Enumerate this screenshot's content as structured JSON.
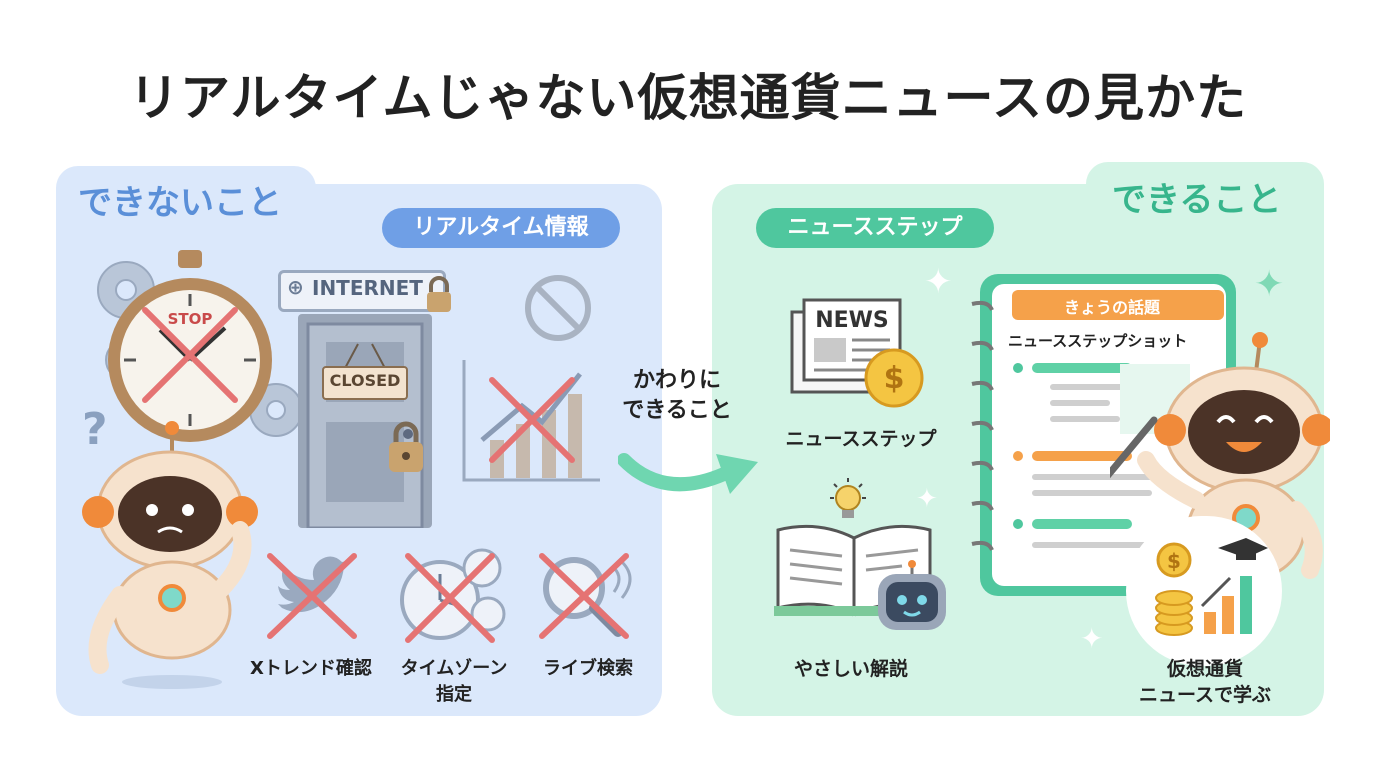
{
  "title": "リアルタイムじゃない仮想通貨ニュースの見かた",
  "left_panel": {
    "heading": "できないこと",
    "pill": "リアルタイム情報",
    "internet_sign": "INTERNET",
    "stop_label": "STOP",
    "closed_sign": "CLOSED",
    "items": [
      {
        "label": "Xトレンド確認"
      },
      {
        "label_line1": "タイムゾーン",
        "label_line2": "指定"
      },
      {
        "label": "ライブ検索"
      }
    ]
  },
  "arrow": {
    "line1": "かわりに",
    "line2": "できること"
  },
  "right_panel": {
    "heading": "できること",
    "pill": "ニュースステップ",
    "news_label": "NEWS",
    "news_caption": "ニュースステップ",
    "book_caption": "やさしい解説",
    "notebook_header": "きょうの話題",
    "notebook_title": "ニュースステップショット",
    "bubble_line1": "仮想通貨",
    "bubble_line2": "ニュースで学ぶ"
  },
  "colors": {
    "left_bg": "#dbe8fb",
    "right_bg": "#d4f4e6",
    "blue_accent": "#6f9fe6",
    "green_accent": "#4fc79e",
    "cross_red": "#e57373"
  }
}
